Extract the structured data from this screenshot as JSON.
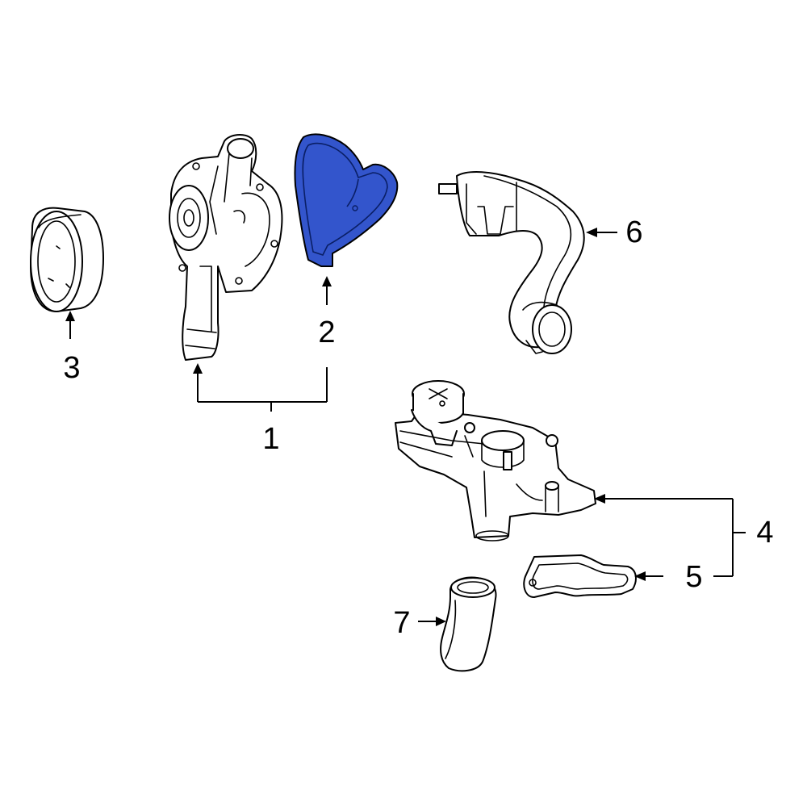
{
  "callouts": {
    "c1": "1",
    "c2": "2",
    "c3": "3",
    "c4": "4",
    "c5": "5",
    "c6": "6",
    "c7": "7"
  },
  "colors": {
    "highlight": "#3355cc",
    "line": "#000000",
    "background": "#ffffff"
  },
  "highlighted_part": "2"
}
